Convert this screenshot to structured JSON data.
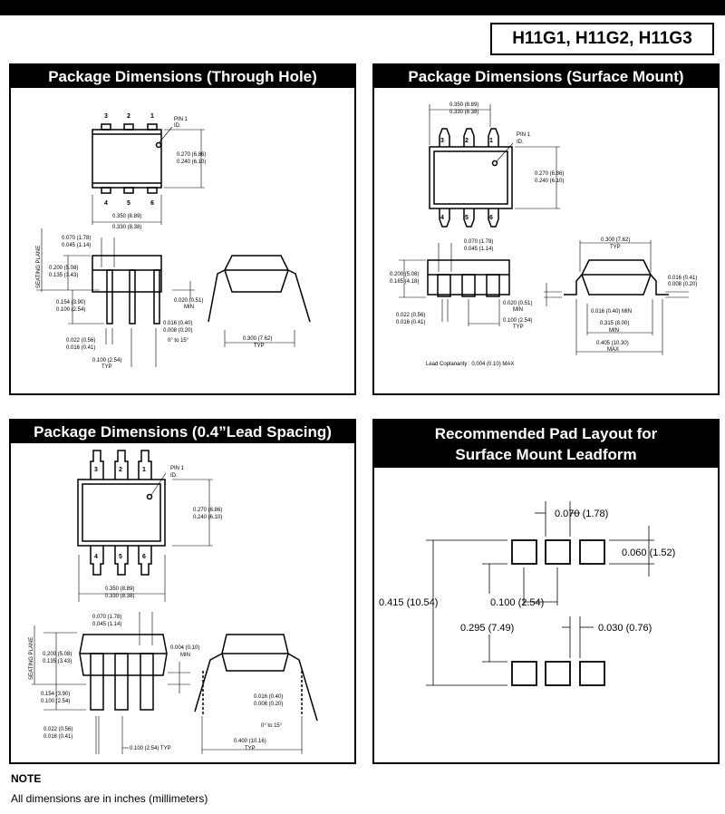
{
  "header": {
    "part_numbers": "H11G1, H11G2, H11G3"
  },
  "panels": {
    "through_hole": {
      "title": "Package Dimensions (Through Hole)",
      "pins_top": [
        "3",
        "2",
        "1"
      ],
      "pins_bottom": [
        "4",
        "5",
        "6"
      ],
      "pin1_id": [
        "PIN 1",
        "ID."
      ],
      "height": [
        "0.270 (6.86)",
        "0.240 (6.10)"
      ],
      "width": [
        "0.350 (8.89)",
        "0.330 (8.38)"
      ],
      "seating_plane": "SEATING PLANE",
      "lead_width_top": [
        "0.070 (1.78)",
        "0.045 (1.14)"
      ],
      "body_height": [
        "0.200 (5.08)",
        "0.135 (3.43)"
      ],
      "lead_length": [
        "0.154 (3.90)",
        "0.100 (2.54)"
      ],
      "lead_dia": [
        "0.022 (0.56)",
        "0.016 (0.41)"
      ],
      "pitch": [
        "0.100 (2.54)",
        "TYP"
      ],
      "standoff": [
        "0.020 (0.51)",
        "MIN"
      ],
      "lead_thick": [
        "0.016 (0.40)",
        "0.008 (0.20)"
      ],
      "angle": "0° to 15°",
      "row_spacing": [
        "0.300 (7.62)",
        "TYP"
      ]
    },
    "surface_mount": {
      "title": "Package Dimensions (Surface Mount)",
      "width": [
        "0.350 (8.89)",
        "0.330 (8.38)"
      ],
      "pins_top": [
        "3",
        "2",
        "1"
      ],
      "pins_bottom": [
        "4",
        "5",
        "6"
      ],
      "pin1_id": [
        "PIN 1",
        "ID."
      ],
      "height": [
        "0.270 (6.86)",
        "0.240 (6.10)"
      ],
      "lead_width_top": [
        "0.070 (1.78)",
        "0.045 (1.14)"
      ],
      "body_height": [
        "0.200 (5.08)",
        "0.165 (4.18)"
      ],
      "lead_dia": [
        "0.022 (0.56)",
        "0.016 (0.41)"
      ],
      "standoff": [
        "0.020 (0.51)",
        "MIN"
      ],
      "pitch": [
        "0.100 (2.54)",
        "TYP"
      ],
      "row_spacing": [
        "0.300 (7.62)",
        "TYP"
      ],
      "lead_thick": [
        "0.016 (0.41)",
        "0.008 (0.20)"
      ],
      "foot_min": "0.016 (0.40) MIN",
      "inner_span": [
        "0.315 (8.00)",
        "MIN"
      ],
      "outer_span": [
        "0.405 (10.30)",
        "MAX"
      ],
      "coplanarity": "Lead Coplanarity : 0.004 (0.10) MAX"
    },
    "lead_spacing": {
      "title": "Package Dimensions (0.4”Lead Spacing)",
      "pins_top": [
        "3",
        "2",
        "1"
      ],
      "pins_bottom": [
        "4",
        "5",
        "6"
      ],
      "pin1_id": [
        "PIN 1",
        "ID."
      ],
      "height": [
        "0.270 (6.86)",
        "0.240 (6.10)"
      ],
      "width": [
        "0.350 (8.89)",
        "0.330 (8.38)"
      ],
      "lead_width_top": [
        "0.070 (1.78)",
        "0.045 (1.14)"
      ],
      "seating_plane": "SEATING PLANE",
      "body_height": [
        "0.200 (5.08)",
        "0.135 (3.43)"
      ],
      "standoff": [
        "0.004 (0.10)",
        "MIN"
      ],
      "lead_length": [
        "0.154 (3.90)",
        "0.100 (2.54)"
      ],
      "lead_dia": [
        "0.022 (0.56)",
        "0.016 (0.41)"
      ],
      "pitch": "0.100 (2.54) TYP",
      "lead_thick": [
        "0.016 (0.40)",
        "0.008 (0.20)"
      ],
      "angle": "0° to 15°",
      "row_spacing": [
        "0.400 (10.16)",
        "TYP"
      ]
    },
    "pad_layout": {
      "title": [
        "Recommended Pad Layout for",
        "Surface Mount Leadform"
      ],
      "pad_width": "0.070 (1.78)",
      "pad_height": "0.060 (1.52)",
      "overall": "0.415 (10.54)",
      "pitch": "0.100 (2.54)",
      "inner": "0.295 (7.49)",
      "gap": "0.030 (0.76)"
    }
  },
  "note": {
    "heading": "NOTE",
    "text": "All dimensions are in inches (millimeters)"
  }
}
